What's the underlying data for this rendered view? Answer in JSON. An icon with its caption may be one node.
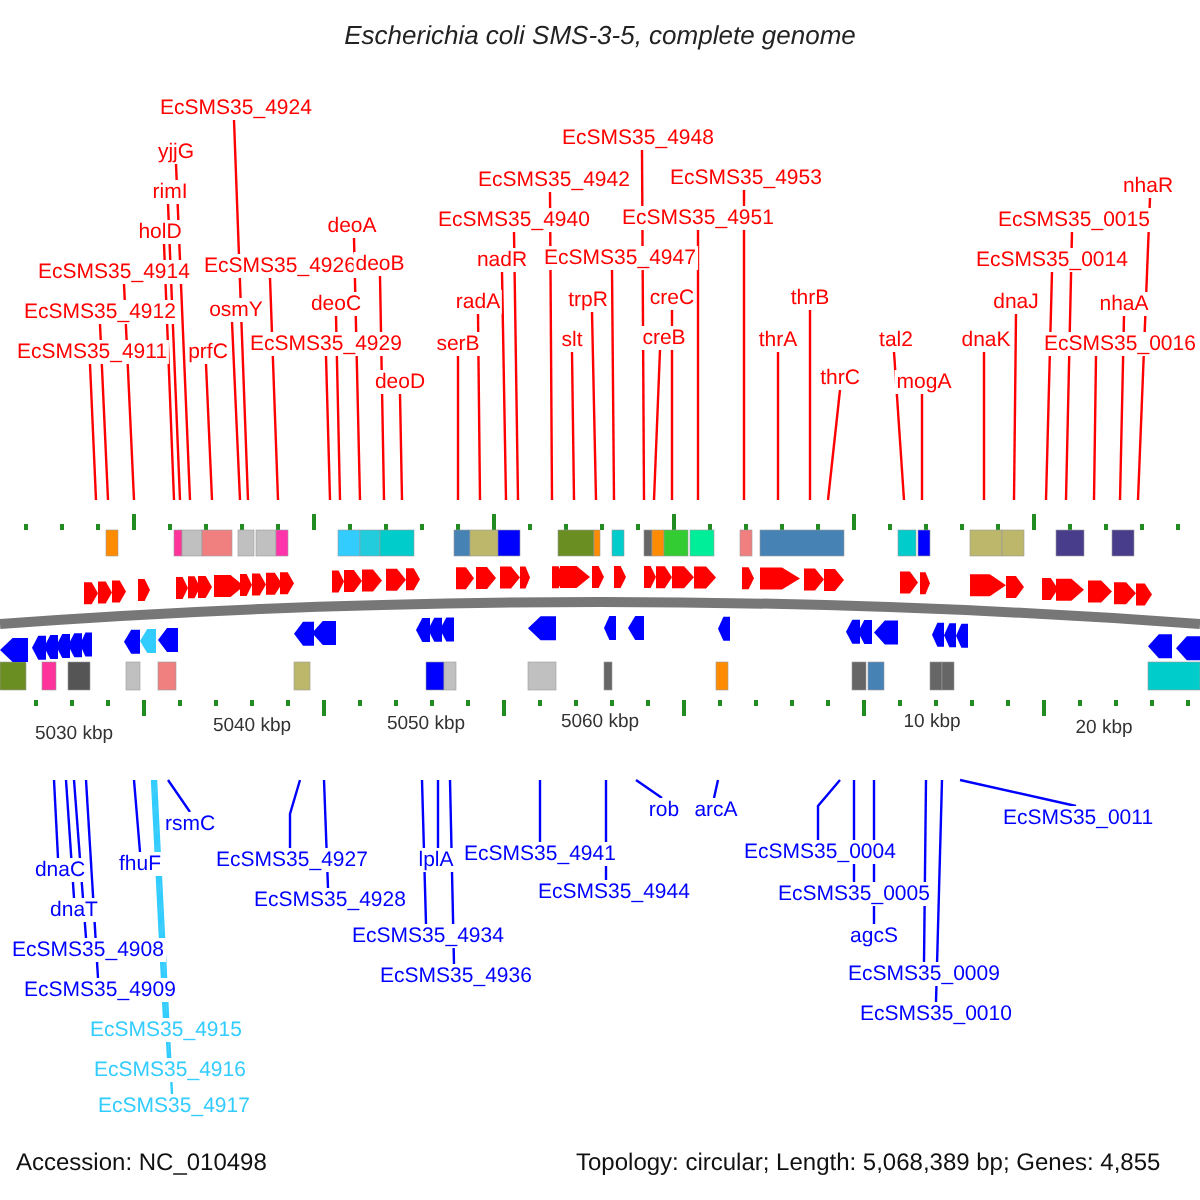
{
  "diagram": {
    "title": "Escherichia coli SMS-3-5, complete genome",
    "nodes": [
      {
        "text": [
          "EcSMS35_4924"
        ]
      },
      {
        "text": [
          "yjjG"
        ]
      },
      {
        "text": [
          "rimI"
        ]
      },
      {
        "text": [
          "holD"
        ]
      },
      {
        "text": [
          "EcSMS35_4914"
        ]
      },
      {
        "text": [
          "EcSMS35_4926"
        ]
      },
      {
        "text": [
          "EcSMS35_4912"
        ]
      },
      {
        "text": [
          "osmY"
        ]
      },
      {
        "text": [
          "EcSMS35_4911"
        ]
      },
      {
        "text": [
          "prfC"
        ]
      },
      {
        "text": [
          "deoA"
        ]
      },
      {
        "text": [
          "deoB"
        ]
      },
      {
        "text": [
          "deoC"
        ]
      },
      {
        "text": [
          "EcSMS35_4929"
        ]
      },
      {
        "text": [
          "deoD"
        ]
      },
      {
        "text": [
          "serB"
        ]
      },
      {
        "text": [
          "radA"
        ]
      },
      {
        "text": [
          "nadR"
        ]
      },
      {
        "text": [
          "EcSMS35_4940"
        ]
      },
      {
        "text": [
          "EcSMS35_4942"
        ]
      },
      {
        "text": [
          "EcSMS35_4948"
        ]
      },
      {
        "text": [
          "EcSMS35_4953"
        ]
      },
      {
        "text": [
          "EcSMS35_4951"
        ]
      },
      {
        "text": [
          "EcSMS35_4947"
        ]
      },
      {
        "text": [
          "trpR"
        ]
      },
      {
        "text": [
          "slt"
        ]
      },
      {
        "text": [
          "creB"
        ]
      },
      {
        "text": [
          "creC"
        ]
      },
      {
        "text": [
          "thrA"
        ]
      },
      {
        "text": [
          "thrB"
        ]
      },
      {
        "text": [
          "thrC"
        ]
      },
      {
        "text": [
          "tal2"
        ]
      },
      {
        "text": [
          "mogA"
        ]
      },
      {
        "text": [
          "dnaK"
        ]
      },
      {
        "text": [
          "dnaJ"
        ]
      },
      {
        "text": [
          "EcSMS35_0014"
        ]
      },
      {
        "text": [
          "EcSMS35_0015"
        ]
      },
      {
        "text": [
          "EcSMS35_0016"
        ]
      },
      {
        "text": [
          "nhaA"
        ]
      },
      {
        "text": [
          "nhaR"
        ]
      },
      {
        "text": [
          "dnaC"
        ]
      },
      {
        "text": [
          "dnaT"
        ]
      },
      {
        "text": [
          "EcSMS35_4908"
        ]
      },
      {
        "text": [
          "EcSMS35_4909"
        ]
      },
      {
        "text": [
          "fhuF"
        ]
      },
      {
        "text": [
          "rsmC"
        ]
      },
      {
        "text": [
          "EcSMS35_4915"
        ]
      },
      {
        "text": [
          "EcSMS35_4916"
        ]
      },
      {
        "text": [
          "EcSMS35_4917"
        ]
      },
      {
        "text": [
          "EcSMS35_4927"
        ]
      },
      {
        "text": [
          "EcSMS35_4928"
        ]
      },
      {
        "text": [
          "lplA"
        ]
      },
      {
        "text": [
          "EcSMS35_4934"
        ]
      },
      {
        "text": [
          "EcSMS35_4936"
        ]
      },
      {
        "text": [
          "EcSMS35_4941"
        ]
      },
      {
        "text": [
          "EcSMS35_4944"
        ]
      },
      {
        "text": [
          "rob"
        ]
      },
      {
        "text": [
          "arcA"
        ]
      },
      {
        "text": [
          "EcSMS35_0004"
        ]
      },
      {
        "text": [
          "EcSMS35_0005"
        ]
      },
      {
        "text": [
          "agcS"
        ]
      },
      {
        "text": [
          "EcSMS35_0009"
        ]
      },
      {
        "text": [
          "EcSMS35_0010"
        ]
      },
      {
        "text": [
          "EcSMS35_0011"
        ]
      }
    ],
    "edges": [
      {
        "from": 0,
        "to": null,
        "arrow": "none"
      },
      {
        "from": 1,
        "to": null,
        "arrow": "none"
      },
      {
        "from": 2,
        "to": null,
        "arrow": "none"
      },
      {
        "from": 3,
        "to": null,
        "arrow": "none"
      },
      {
        "from": 4,
        "to": null,
        "arrow": "none"
      },
      {
        "from": 5,
        "to": null,
        "arrow": "none"
      },
      {
        "from": 6,
        "to": null,
        "arrow": "none"
      },
      {
        "from": 7,
        "to": null,
        "arrow": "none"
      },
      {
        "from": 8,
        "to": null,
        "arrow": "none"
      },
      {
        "from": 9,
        "to": null,
        "arrow": "none"
      },
      {
        "from": 10,
        "to": null,
        "arrow": "none"
      },
      {
        "from": 11,
        "to": null,
        "arrow": "none"
      },
      {
        "from": 12,
        "to": null,
        "arrow": "none"
      },
      {
        "from": 13,
        "to": null,
        "arrow": "none"
      },
      {
        "from": 14,
        "to": null,
        "arrow": "none"
      },
      {
        "from": 15,
        "to": null,
        "arrow": "none"
      },
      {
        "from": 16,
        "to": null,
        "arrow": "none"
      },
      {
        "from": 17,
        "to": null,
        "arrow": "none"
      },
      {
        "from": 18,
        "to": null,
        "arrow": "none"
      },
      {
        "from": 19,
        "to": null,
        "arrow": "none"
      },
      {
        "from": 20,
        "to": null,
        "arrow": "none"
      },
      {
        "from": 21,
        "to": null,
        "arrow": "none"
      },
      {
        "from": 22,
        "to": null,
        "arrow": "none"
      },
      {
        "from": 23,
        "to": null,
        "arrow": "none"
      },
      {
        "from": 24,
        "to": null,
        "arrow": "none"
      },
      {
        "from": 25,
        "to": null,
        "arrow": "none"
      },
      {
        "from": 26,
        "to": null,
        "arrow": "none"
      },
      {
        "from": 27,
        "to": null,
        "arrow": "none"
      },
      {
        "from": 28,
        "to": null,
        "arrow": "none"
      },
      {
        "from": 29,
        "to": null,
        "arrow": "none"
      },
      {
        "from": 30,
        "to": null,
        "arrow": "none"
      },
      {
        "from": 31,
        "to": null,
        "arrow": "none"
      },
      {
        "from": 32,
        "to": null,
        "arrow": "none"
      },
      {
        "from": 33,
        "to": null,
        "arrow": "none"
      },
      {
        "from": 34,
        "to": null,
        "arrow": "none"
      },
      {
        "from": 35,
        "to": null,
        "arrow": "none"
      },
      {
        "from": 36,
        "to": null,
        "arrow": "none"
      },
      {
        "from": 37,
        "to": null,
        "arrow": "none"
      },
      {
        "from": 38,
        "to": null,
        "arrow": "none"
      },
      {
        "from": 39,
        "to": null,
        "arrow": "none"
      },
      {
        "from": 40,
        "to": null,
        "arrow": "none",
        "color": "#0000ff"
      },
      {
        "from": 41,
        "to": null,
        "arrow": "none",
        "color": "#0000ff"
      },
      {
        "from": 42,
        "to": null,
        "arrow": "none",
        "color": "#0000ff"
      },
      {
        "from": 43,
        "to": null,
        "arrow": "none",
        "color": "#0000ff"
      },
      {
        "from": 44,
        "to": null,
        "arrow": "none",
        "color": "#0000ff"
      },
      {
        "from": 45,
        "to": null,
        "arrow": "none",
        "color": "#0000ff"
      },
      {
        "from": 46,
        "to": null,
        "arrow": "none",
        "color": "#33ccff"
      },
      {
        "from": 47,
        "to": null,
        "arrow": "none",
        "color": "#33ccff"
      },
      {
        "from": 48,
        "to": null,
        "arrow": "none",
        "color": "#33ccff"
      },
      {
        "from": 49,
        "to": null,
        "arrow": "none",
        "color": "#0000ff"
      },
      {
        "from": 50,
        "to": null,
        "arrow": "none",
        "color": "#0000ff"
      },
      {
        "from": 51,
        "to": null,
        "arrow": "none",
        "color": "#0000ff"
      },
      {
        "from": 52,
        "to": null,
        "arrow": "none",
        "color": "#0000ff"
      },
      {
        "from": 53,
        "to": null,
        "arrow": "none",
        "color": "#0000ff"
      },
      {
        "from": 54,
        "to": null,
        "arrow": "none",
        "color": "#0000ff"
      },
      {
        "from": 55,
        "to": null,
        "arrow": "none",
        "color": "#0000ff"
      },
      {
        "from": 56,
        "to": null,
        "arrow": "none",
        "color": "#0000ff"
      },
      {
        "from": 57,
        "to": null,
        "arrow": "none",
        "color": "#0000ff"
      },
      {
        "from": 58,
        "to": null,
        "arrow": "none",
        "color": "#0000ff"
      },
      {
        "from": 59,
        "to": null,
        "arrow": "none",
        "color": "#0000ff"
      },
      {
        "from": 60,
        "to": null,
        "arrow": "none",
        "color": "#0000ff"
      },
      {
        "from": 61,
        "to": null,
        "arrow": "none",
        "color": "#0000ff"
      },
      {
        "from": 62,
        "to": null,
        "arrow": "none",
        "color": "#0000ff"
      },
      {
        "from": 63,
        "to": null,
        "arrow": "none",
        "color": "#0000ff"
      }
    ],
    "labels": [
      "5030 kbp",
      "5040 kbp",
      "5050 kbp",
      "5060 kbp",
      "10 kbp",
      "20 kbp",
      "Accession: NC_010498",
      "Topology: circular; Length: 5,068,389 bp; Genes: 4,855"
    ]
  }
}
